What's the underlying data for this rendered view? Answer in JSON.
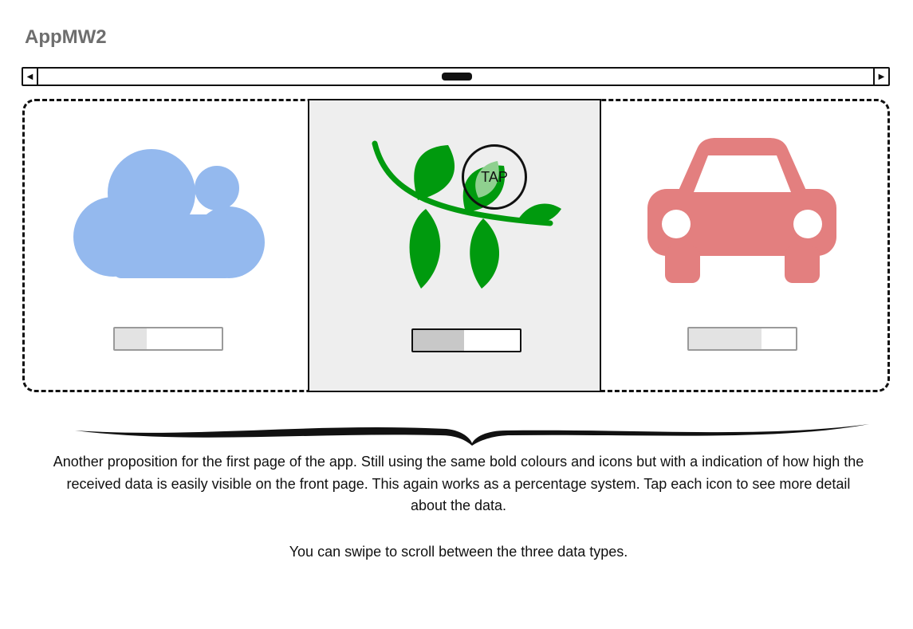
{
  "app": {
    "title": "AppMW2"
  },
  "scrollbar": {
    "left_arrow": "◀",
    "right_arrow": "▶"
  },
  "carousel": {
    "items": [
      {
        "name": "weather",
        "icon": "cloud-icon",
        "color": "#94b9ee",
        "level": 0.3
      },
      {
        "name": "nature",
        "icon": "leaf-branch-icon",
        "color": "#009a0e",
        "level": 0.48,
        "selected": true,
        "tap_label": "TAP"
      },
      {
        "name": "traffic",
        "icon": "car-icon",
        "color": "#e37f7f",
        "level": 0.68
      }
    ]
  },
  "annotation": {
    "description": "Another proposition for the first page of the app. Still using the same bold colours and icons but with a indication of how high the received data is easily visible on the front page. This again works as a percentage system. Tap each icon to see more detail about the data.",
    "swipe_note": "You can swipe to scroll between the three data types."
  }
}
